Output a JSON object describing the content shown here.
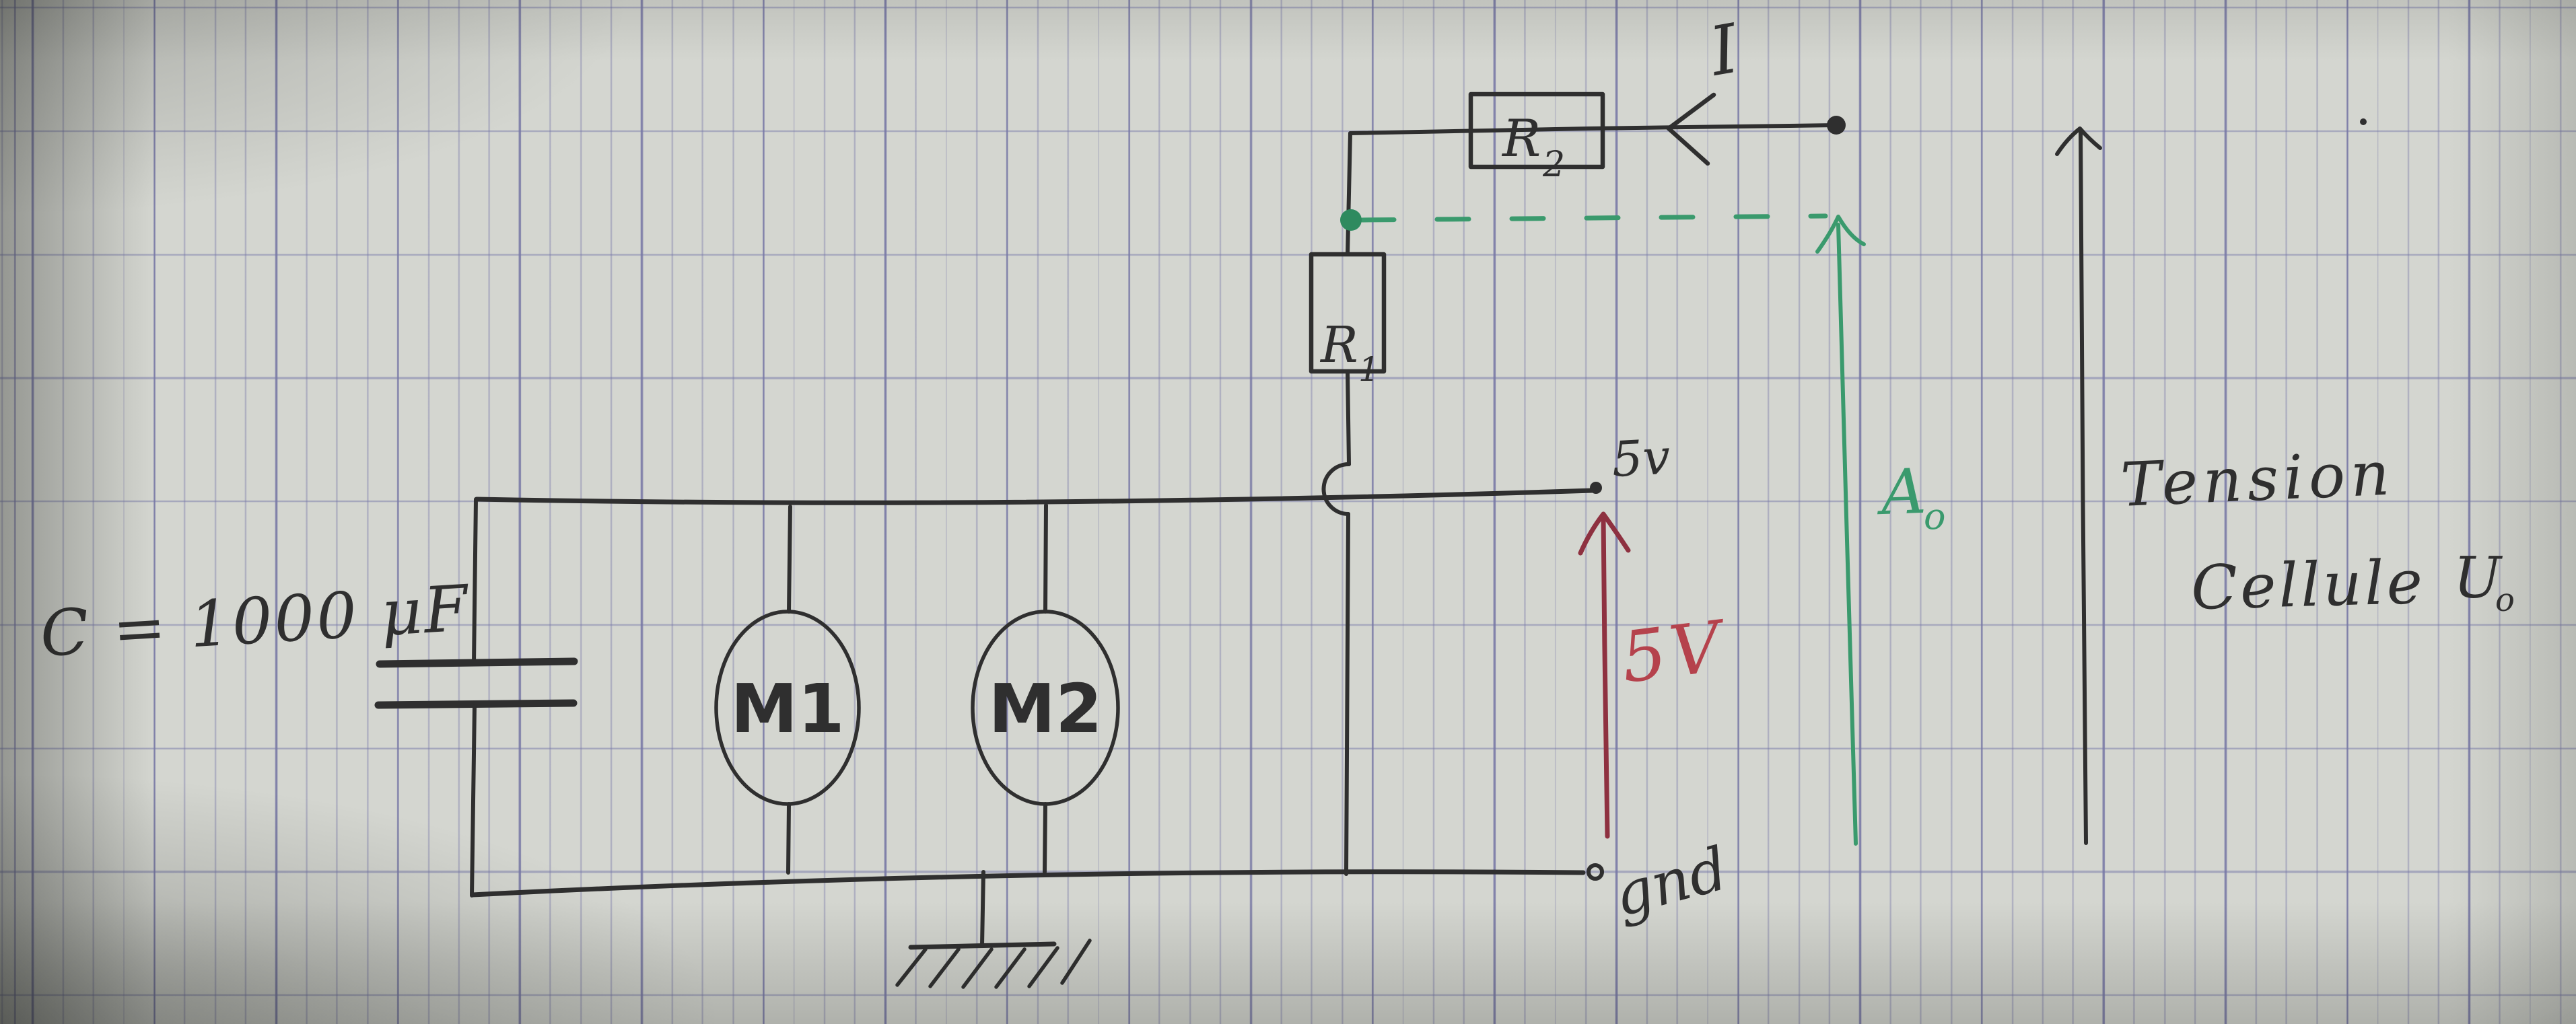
{
  "colors": {
    "ink": "#2f2f2f",
    "red_arrow": "#8e3140",
    "red_text": "#b5424c",
    "green": "#3a9a6d",
    "green_dot": "#2e8a5f",
    "paper": "#d4d6d0"
  },
  "labels": {
    "capacitor_value": "C = 1000 μF",
    "motor1": "M1",
    "motor2": "M2",
    "r1": {
      "base": "R",
      "sub": "1"
    },
    "r2": {
      "base": "R",
      "sub": "2"
    },
    "current": "I",
    "node_voltage": "5v",
    "supply_voltage": "5V",
    "ground": "gnd",
    "analog_input": {
      "base": "A",
      "sub": "o"
    },
    "tension_caption": {
      "line1": "Tension",
      "line2_word": "Cellule",
      "u_base": "U",
      "u_sub": "o"
    }
  },
  "circuit": {
    "type": "hand-drawn schematic on squared paper",
    "components": [
      {
        "label": "C = 1000 μF",
        "kind": "capacitor"
      },
      {
        "label": "M1",
        "kind": "circled-motor"
      },
      {
        "label": "M2",
        "kind": "circled-motor"
      },
      {
        "label": "R1",
        "kind": "resistor-box"
      },
      {
        "label": "R2",
        "kind": "resistor-box"
      }
    ],
    "annotations": [
      {
        "label": "I",
        "kind": "current-arrow-black"
      },
      {
        "label": "5v",
        "kind": "node-label-black"
      },
      {
        "label": "5V",
        "kind": "voltage-arrow-red"
      },
      {
        "label": "gnd",
        "kind": "ground-node-label"
      },
      {
        "label": "Ao",
        "kind": "probe-arrow-green-with-dashed-level"
      },
      {
        "label": "Tension Cellule Uo",
        "kind": "voltage-arrow-black"
      }
    ]
  }
}
